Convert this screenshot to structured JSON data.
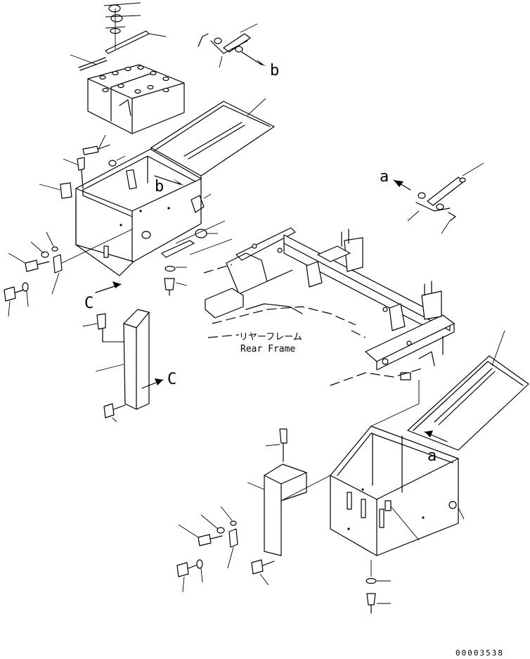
{
  "labels": {
    "a_top": "a",
    "a_box": "a",
    "b_top": "b",
    "b_box": "b",
    "c_left": "C",
    "c_mid": "C"
  },
  "frame_label": {
    "jp": "リヤーフレーム",
    "en": "Rear Frame"
  },
  "drawing_number": "00003538"
}
